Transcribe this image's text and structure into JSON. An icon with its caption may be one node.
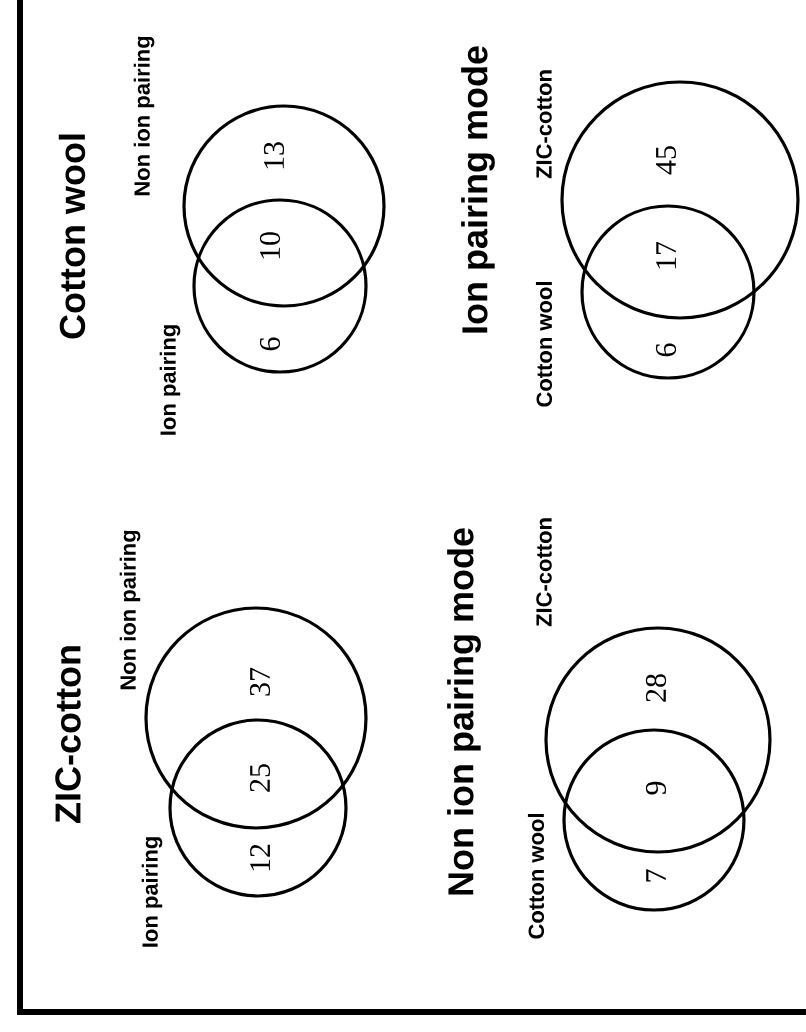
{
  "diagram": {
    "nodes": [
      {
        "text": [
          "Non ion pairing"
        ]
      },
      {
        "text": [
          "Ion pairing"
        ]
      },
      {
        "text": [
          "ZIC-cotton"
        ]
      },
      {
        "text": [
          "Cotton wool"
        ]
      },
      {
        "text": [
          "Non ion pairing"
        ]
      },
      {
        "text": [
          "Ion pairing"
        ]
      },
      {
        "text": [
          "ZIC-cotton"
        ]
      },
      {
        "text": [
          "Cotton wool"
        ]
      }
    ],
    "labels": [
      "Cotton wool",
      "13",
      "10",
      "6",
      "Ion pairing mode",
      "45",
      "17",
      "6",
      "ZIC-cotton",
      "37",
      "25",
      "12",
      "Non ion pairing mode",
      "28",
      "9",
      "7"
    ]
  }
}
